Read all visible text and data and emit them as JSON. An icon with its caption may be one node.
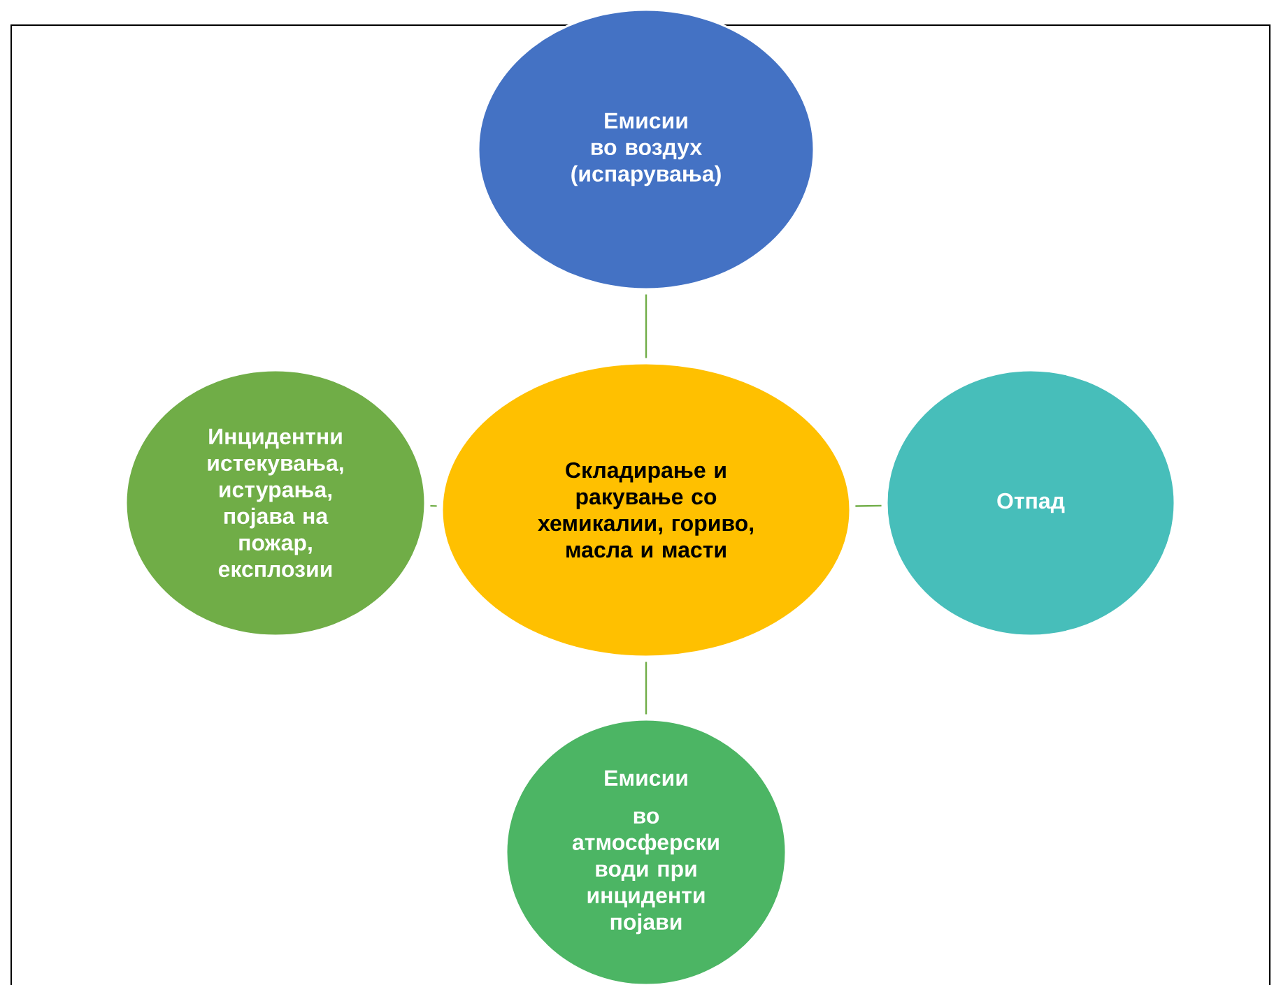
{
  "diagram": {
    "nodes": [
      {
        "text": [
          "Емисии во воздух (испарувања)"
        ]
      },
      {
        "text": [
          "Инцидентни истекувања, истурања, појава на пожар, експлозии"
        ]
      },
      {
        "text": [
          "Складирање и ракување со хемикалии, гориво, масла и масти"
        ]
      },
      {
        "text": [
          "Отпад"
        ]
      },
      {
        "text": [
          "Емисии",
          "во атмосферски води при инциденти појави"
        ]
      }
    ],
    "edges": [
      {
        "from": 2,
        "to": 0,
        "arrow": "none"
      },
      {
        "from": 2,
        "to": 1,
        "arrow": "none"
      },
      {
        "from": 2,
        "to": 3,
        "arrow": "none"
      },
      {
        "from": 2,
        "to": 4,
        "arrow": "none"
      }
    ]
  }
}
